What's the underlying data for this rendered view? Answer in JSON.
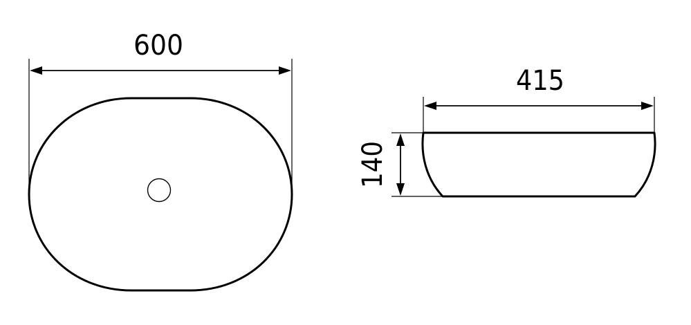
{
  "top_view": {
    "width_label": "600"
  },
  "side_view": {
    "width_label": "415",
    "height_label": "140"
  },
  "colors": {
    "line": "#000000",
    "background": "#ffffff"
  }
}
